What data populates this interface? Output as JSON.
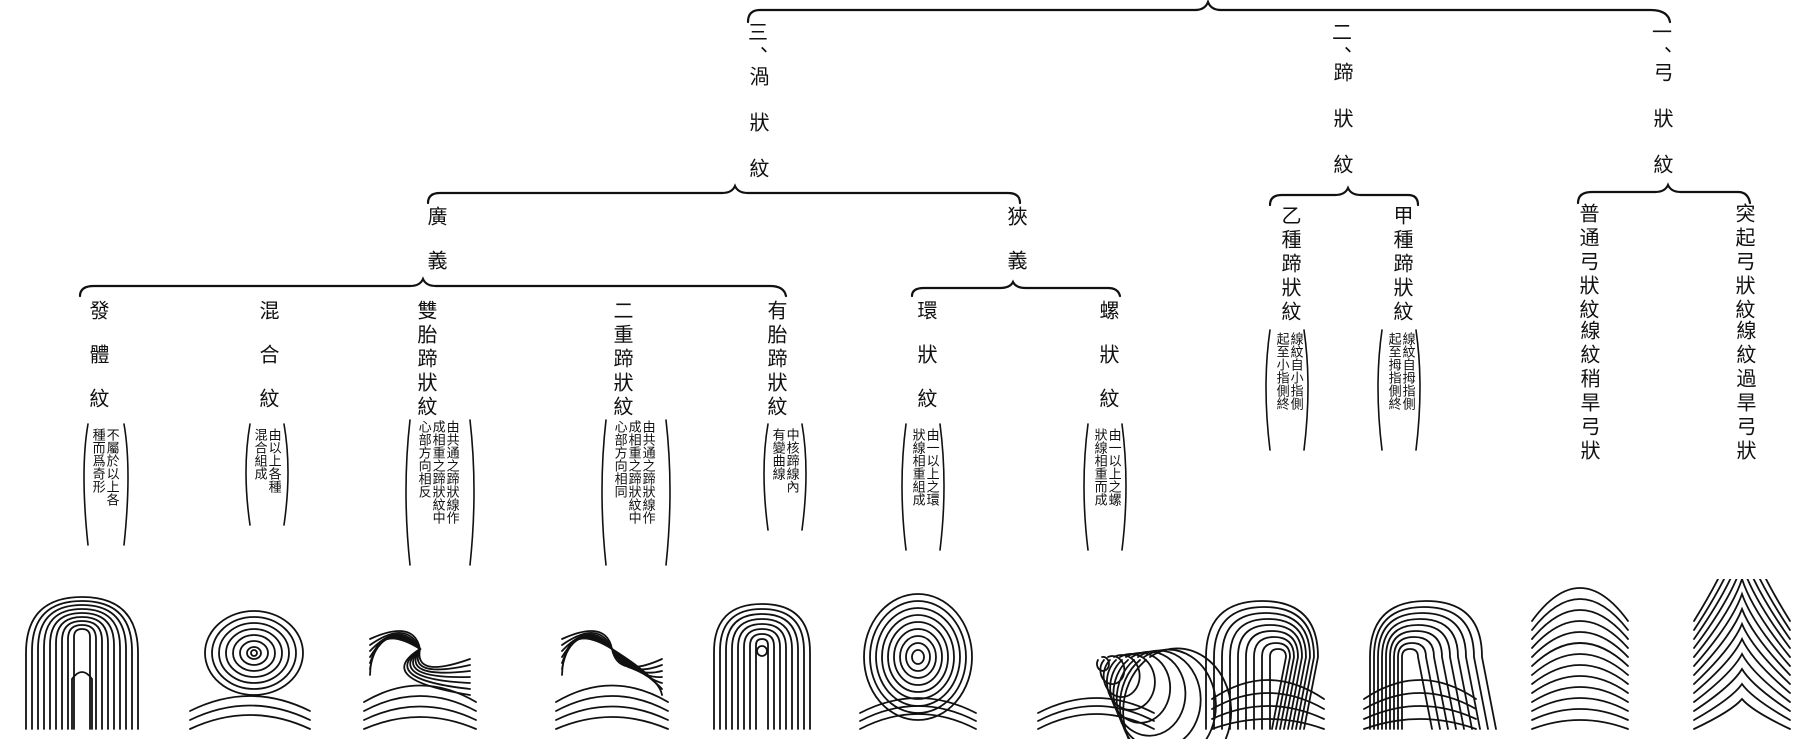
{
  "root_branches": [
    {
      "id": "arch",
      "num": "一",
      "sep": "、",
      "chars": "弓狀紋"
    },
    {
      "id": "loop",
      "num": "二",
      "sep": "、",
      "chars": "蹄狀紋"
    },
    {
      "id": "whorl",
      "num": "三",
      "sep": "、",
      "chars": "渦狀紋"
    }
  ],
  "arch": {
    "types": [
      {
        "name": "突起弓狀紋",
        "note": "線紋過旱弓狀"
      },
      {
        "name": "普通弓狀紋",
        "note": "線紋稍旱弓狀"
      }
    ]
  },
  "loop": {
    "types": [
      {
        "name": "甲種蹄狀紋",
        "note_lines": [
          "線紋自拇指側",
          "起至拇指側終"
        ]
      },
      {
        "name": "乙種蹄狀紋",
        "note_lines": [
          "線紋自小指側",
          "起至小指側終"
        ]
      }
    ]
  },
  "whorl": {
    "narrow": {
      "label": "狹義",
      "types": [
        {
          "name": "螺狀紋",
          "note_lines": [
            "由一以上之螺",
            "狀線相重而成"
          ]
        },
        {
          "name": "環狀紋",
          "note_lines": [
            "由一以上之環",
            "狀線相重組成"
          ]
        }
      ]
    },
    "broad": {
      "label": "廣義",
      "types": [
        {
          "name": "有胎蹄狀紋",
          "note_lines": [
            "中核蹄線內",
            "有變曲線"
          ]
        },
        {
          "name": "二重蹄狀紋",
          "note_lines": [
            "由共通之蹄狀線作",
            "成相重之蹄狀紋中",
            "心部方向相同"
          ]
        },
        {
          "name": "雙胎蹄狀紋",
          "note_lines": [
            "由共通之蹄狀線作",
            "成相重之蹄狀紋中",
            "心部方向相反"
          ]
        },
        {
          "name": "混合紋",
          "note_lines": [
            "由以上各種",
            "混合組成"
          ]
        },
        {
          "name": "發體紋",
          "note_lines": [
            "不屬於以上各",
            "種而爲奇形"
          ]
        }
      ]
    }
  },
  "fingerprints": [
    {
      "id": "fp-arch-tented",
      "pattern": "tented-arch"
    },
    {
      "id": "fp-arch-plain",
      "pattern": "plain-arch"
    },
    {
      "id": "fp-loop-radial",
      "pattern": "loop-right"
    },
    {
      "id": "fp-loop-ulnar",
      "pattern": "loop-left"
    },
    {
      "id": "fp-spiral",
      "pattern": "spiral-whorl"
    },
    {
      "id": "fp-concentric",
      "pattern": "concentric-whorl"
    },
    {
      "id": "fp-central-pocket",
      "pattern": "central-pocket-loop"
    },
    {
      "id": "fp-double-loop",
      "pattern": "double-loop-same"
    },
    {
      "id": "fp-twin-loop",
      "pattern": "twin-loop"
    },
    {
      "id": "fp-composite",
      "pattern": "composite"
    },
    {
      "id": "fp-accidental",
      "pattern": "accidental"
    }
  ]
}
